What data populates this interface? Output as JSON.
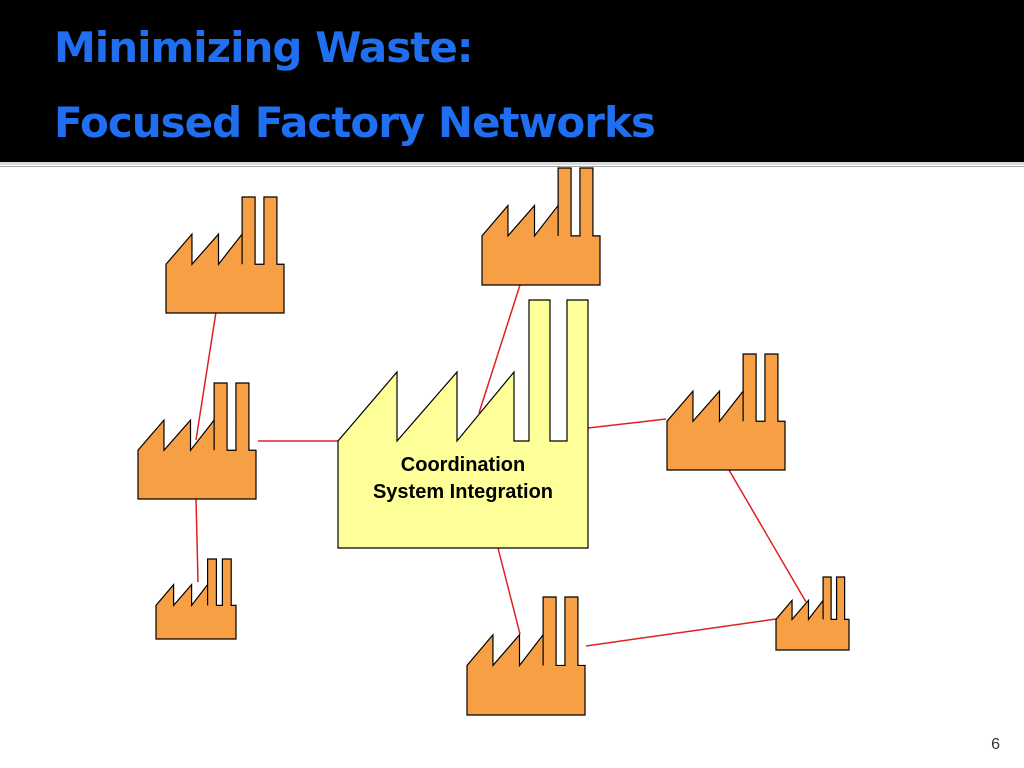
{
  "slide": {
    "title_line1": "Minimizing Waste:",
    "title_line2": "Focused Factory Networks",
    "slide_number": "6"
  },
  "diagram": {
    "center_factory": {
      "label_line1": "Coordination",
      "label_line2": "System Integration",
      "fill": "#ffff99"
    },
    "satellite_factory_fill": "#f79f45",
    "link_color": "#e02020",
    "satellite_factories": [
      "factory-top-left",
      "factory-top-center",
      "factory-middle-left",
      "factory-right",
      "factory-bottom-left",
      "factory-bottom-center",
      "factory-bottom-right"
    ]
  }
}
